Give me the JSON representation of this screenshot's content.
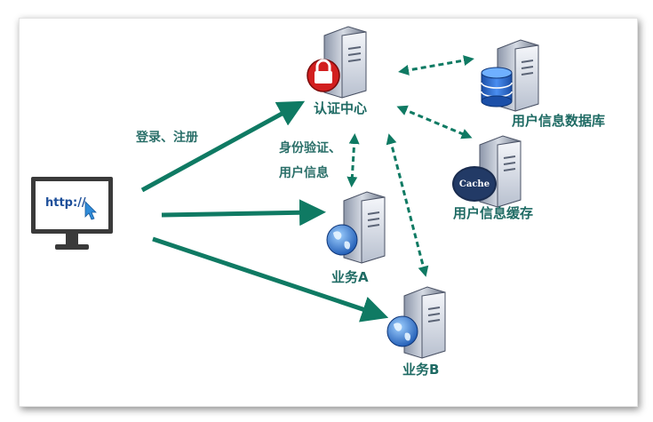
{
  "nodes": {
    "auth_center": "认证中心",
    "user_db": "用户信息数据库",
    "user_cache": "用户信息缓存",
    "service_a": "业务A",
    "service_b": "业务B"
  },
  "edges": {
    "login_register": "登录、注册",
    "auth_line1": "身份验证、",
    "auth_line2": "用户信息"
  },
  "client": {
    "url": "http://"
  },
  "icons": {
    "cache_label": "Cache",
    "auth_server": "server-lock-icon",
    "db_server": "server-database-icon",
    "cache_server": "server-cache-icon",
    "app_server_a": "server-globe-icon",
    "app_server_b": "server-globe-icon",
    "client": "monitor-browser-icon"
  },
  "colors": {
    "arrow": "#0f7a63",
    "label": "#1f6b64",
    "lock": "#d21f1f",
    "database": "#1e63c8",
    "cache": "#223a66",
    "globe": "#2a6fc9"
  }
}
